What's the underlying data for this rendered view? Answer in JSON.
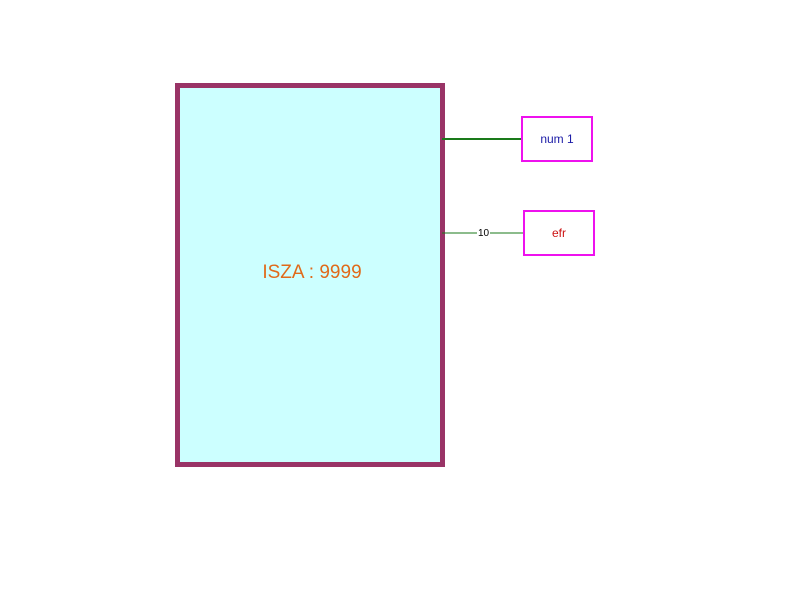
{
  "main_block": {
    "label": "ISZA : 9999",
    "fill_color": "#ccffff",
    "border_color": "#993366",
    "label_color": "#e06a1a"
  },
  "nodes": [
    {
      "label": "num 1",
      "text_color": "#1a1aa6",
      "border_color": "#ee11ee"
    },
    {
      "label": "efr",
      "text_color": "#cc1111",
      "border_color": "#ee11ee"
    }
  ],
  "connectors": [
    {
      "to": "num 1",
      "label": "",
      "color": "#1a7a1a"
    },
    {
      "to": "efr",
      "label": "10",
      "color": "#1a7a1a"
    }
  ]
}
